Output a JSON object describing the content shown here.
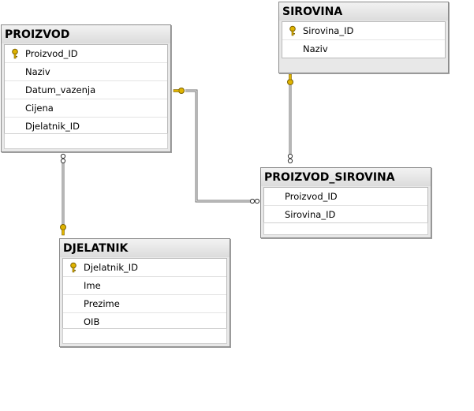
{
  "tables": {
    "proizvod": {
      "title": "PROIZVOD",
      "columns": [
        {
          "name": "Proizvod_ID",
          "pk": true
        },
        {
          "name": "Naziv",
          "pk": false
        },
        {
          "name": "Datum_vazenja",
          "pk": false
        },
        {
          "name": "Cijena",
          "pk": false
        },
        {
          "name": "Djelatnik_ID",
          "pk": false
        }
      ]
    },
    "sirovina": {
      "title": "SIROVINA",
      "columns": [
        {
          "name": "Sirovina_ID",
          "pk": true
        },
        {
          "name": "Naziv",
          "pk": false
        }
      ]
    },
    "proizvod_sirovina": {
      "title": "PROIZVOD_SIROVINA",
      "columns": [
        {
          "name": "Proizvod_ID",
          "pk": false
        },
        {
          "name": "Sirovina_ID",
          "pk": false
        }
      ]
    },
    "djelatnik": {
      "title": "DJELATNIK",
      "columns": [
        {
          "name": "Djelatnik_ID",
          "pk": true
        },
        {
          "name": "Ime",
          "pk": false
        },
        {
          "name": "Prezime",
          "pk": false
        },
        {
          "name": "OIB",
          "pk": false
        }
      ]
    }
  },
  "relationships": [
    {
      "from": "PROIZVOD",
      "to": "DJELATNIK",
      "one_end": "DJELATNIK",
      "many_end": "PROIZVOD"
    },
    {
      "from": "PROIZVOD",
      "to": "PROIZVOD_SIROVINA",
      "one_end": "PROIZVOD",
      "many_end": "PROIZVOD_SIROVINA"
    },
    {
      "from": "SIROVINA",
      "to": "PROIZVOD_SIROVINA",
      "one_end": "SIROVINA",
      "many_end": "PROIZVOD_SIROVINA"
    }
  ],
  "colors": {
    "key_gold": "#e0b400",
    "connector": "#6e6e6e"
  }
}
